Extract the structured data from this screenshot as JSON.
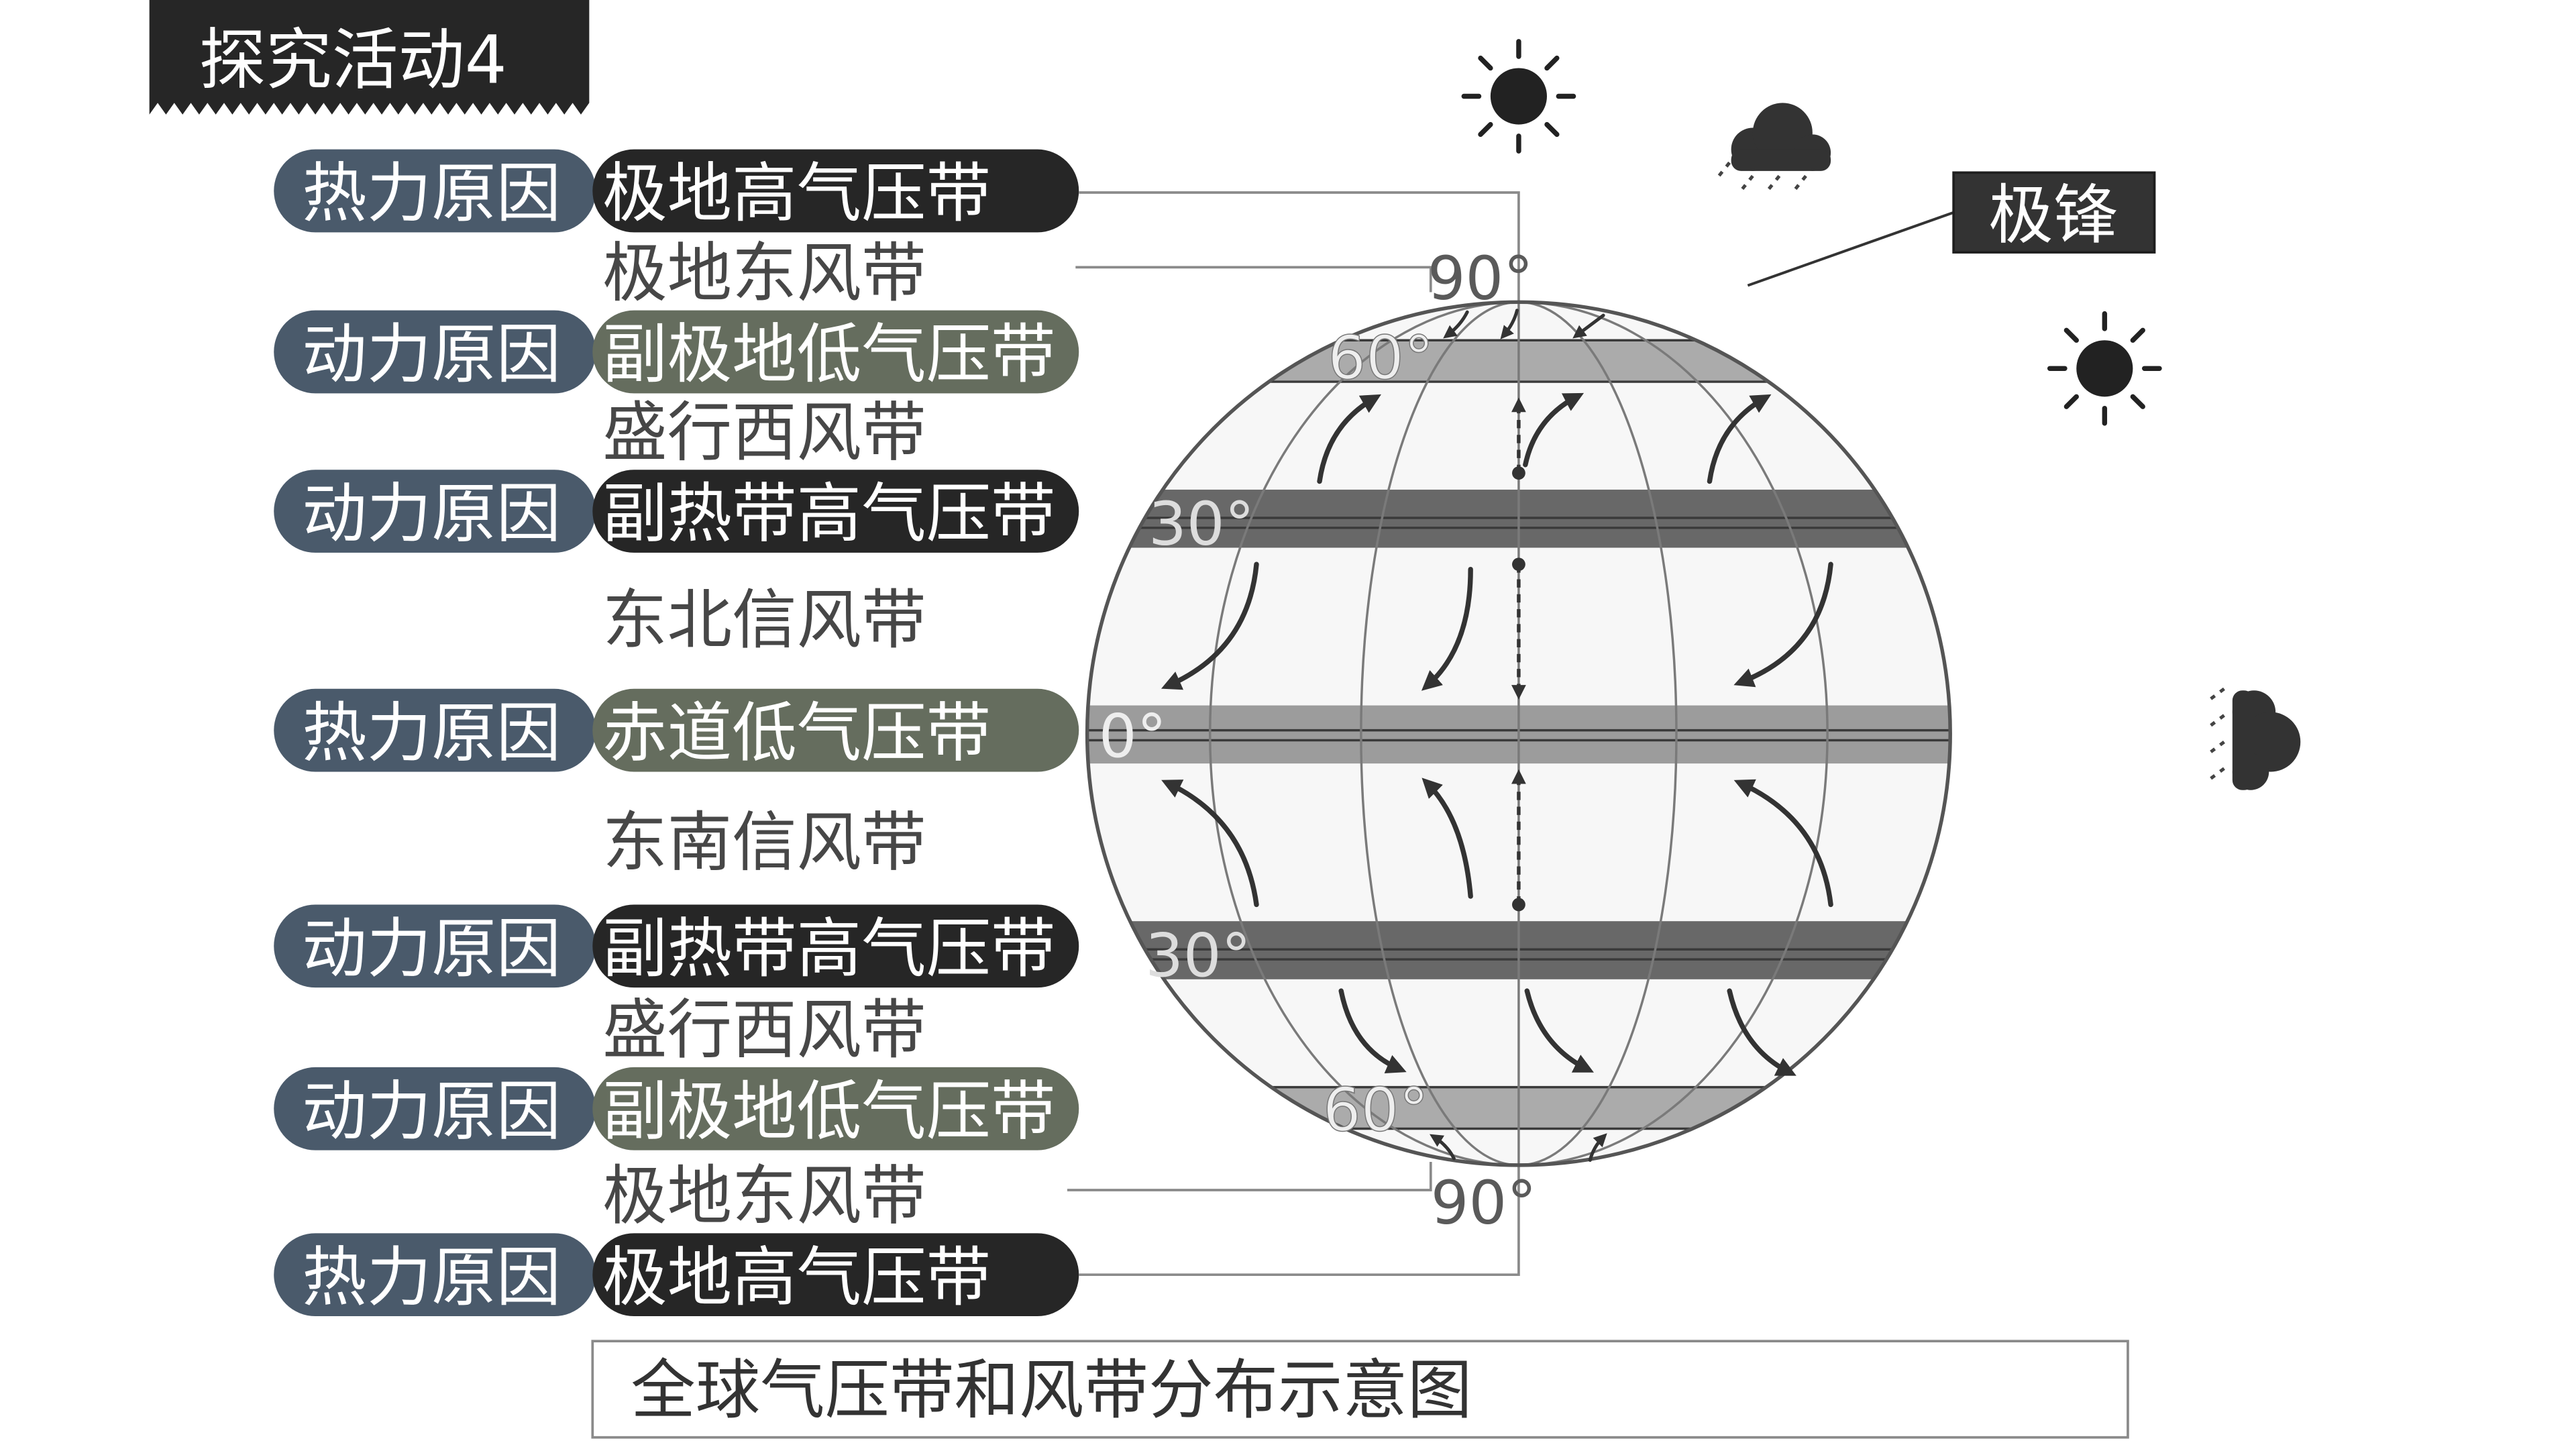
{
  "title": "探究活动4",
  "belts": [
    {
      "cause": "热力原因",
      "name": "极地高气压带"
    },
    {
      "cause": "动力原因",
      "name": "副极地低气压带"
    },
    {
      "cause": "动力原因",
      "name": "副热带高气压带"
    },
    {
      "cause": "热力原因",
      "name": "赤道低气压带"
    },
    {
      "cause": "动力原因",
      "name": "副热带高气压带"
    },
    {
      "cause": "动力原因",
      "name": "副极地低气压带"
    },
    {
      "cause": "热力原因",
      "name": "极地高气压带"
    }
  ],
  "winds": [
    "极地东风带",
    "盛行西风带",
    "东北信风带",
    "东南信风带",
    "盛行西风带",
    "极地东风带"
  ],
  "latitudes": {
    "north_pole": "90°",
    "north_60": "60°",
    "north_30": "30°",
    "equator": "0°",
    "south_30": "30°",
    "south_60": "60°",
    "south_pole": "90°"
  },
  "front_label": "极锋",
  "caption": "全球气压带和风带分布示意图",
  "icons": {
    "sun": "sun-icon",
    "cloud": "cloud-rain-icon"
  },
  "colors": {
    "title_bg": "#262626",
    "cause_pill": "#4a5a6b",
    "high_pressure_pill": "#262626",
    "low_pressure_pill": "#656d5e",
    "wind_text": "#474747",
    "front_box": "#333333",
    "globe_fill": "#f7f7f7",
    "band_dark": "#686868",
    "band_mid": "#9c9c9c",
    "band_light": "#ababab"
  }
}
